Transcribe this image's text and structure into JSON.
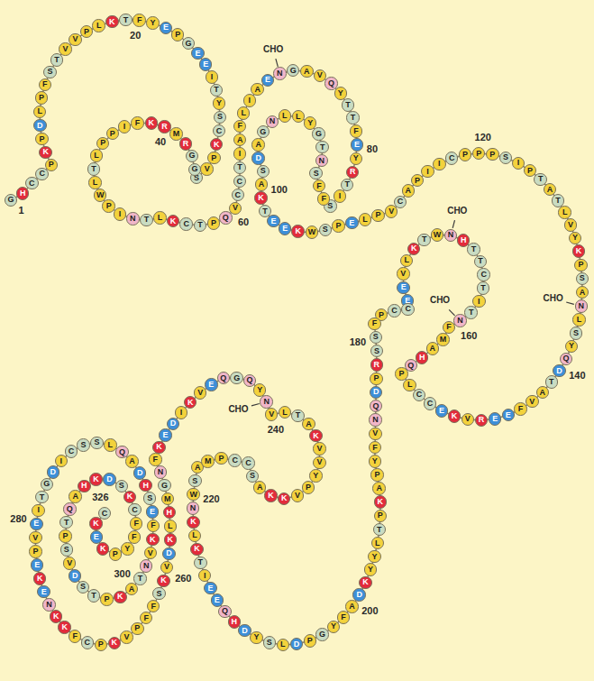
{
  "diagram": {
    "nodes": [
      {
        "text": [
          "G"
        ]
      },
      {
        "text": [
          "H"
        ]
      },
      {
        "text": [
          "C"
        ]
      },
      {
        "text": [
          "C"
        ]
      },
      {
        "text": [
          "P"
        ]
      },
      {
        "text": [
          "K"
        ]
      },
      {
        "text": [
          "P"
        ]
      },
      {
        "text": [
          "D"
        ]
      },
      {
        "text": [
          "L"
        ]
      },
      {
        "text": [
          "P"
        ]
      },
      {
        "text": [
          "F"
        ]
      },
      {
        "text": [
          "S"
        ]
      },
      {
        "text": [
          "T"
        ]
      },
      {
        "text": [
          "V"
        ]
      },
      {
        "text": [
          "V"
        ]
      },
      {
        "text": [
          "P"
        ]
      },
      {
        "text": [
          "L"
        ]
      },
      {
        "text": [
          "K"
        ]
      },
      {
        "text": [
          "T"
        ]
      },
      {
        "text": [
          "F"
        ]
      },
      {
        "text": [
          "Y"
        ]
      },
      {
        "text": [
          "E"
        ]
      },
      {
        "text": [
          "P"
        ]
      },
      {
        "text": [
          "G"
        ]
      },
      {
        "text": [
          "E"
        ]
      },
      {
        "text": [
          "E"
        ]
      },
      {
        "text": [
          "I"
        ]
      },
      {
        "text": [
          "T"
        ]
      },
      {
        "text": [
          "Y"
        ]
      },
      {
        "text": [
          "S"
        ]
      },
      {
        "text": [
          "C"
        ]
      },
      {
        "text": [
          "K"
        ]
      },
      {
        "text": [
          "P"
        ]
      },
      {
        "text": [
          "V"
        ]
      },
      {
        "text": [
          "S"
        ]
      },
      {
        "text": [
          "G"
        ]
      },
      {
        "text": [
          "G"
        ]
      },
      {
        "text": [
          "R"
        ]
      },
      {
        "text": [
          "M"
        ]
      },
      {
        "text": [
          "R"
        ]
      },
      {
        "text": [
          "K"
        ]
      },
      {
        "text": [
          "F"
        ]
      },
      {
        "text": [
          "I"
        ]
      },
      {
        "text": [
          "P"
        ]
      },
      {
        "text": [
          "P"
        ]
      },
      {
        "text": [
          "L"
        ]
      },
      {
        "text": [
          "T"
        ]
      },
      {
        "text": [
          "L"
        ]
      },
      {
        "text": [
          "W"
        ]
      },
      {
        "text": [
          "P"
        ]
      },
      {
        "text": [
          "I"
        ]
      },
      {
        "text": [
          "N"
        ]
      },
      {
        "text": [
          "T"
        ]
      },
      {
        "text": [
          "L"
        ]
      },
      {
        "text": [
          "K"
        ]
      },
      {
        "text": [
          "C"
        ]
      },
      {
        "text": [
          "T"
        ]
      },
      {
        "text": [
          "P"
        ]
      },
      {
        "text": [
          "Q"
        ]
      },
      {
        "text": [
          "V"
        ]
      },
      {
        "text": [
          "C"
        ]
      },
      {
        "text": [
          "C"
        ]
      },
      {
        "text": [
          "T"
        ]
      },
      {
        "text": [
          "I"
        ]
      },
      {
        "text": [
          "A"
        ]
      },
      {
        "text": [
          "F"
        ]
      },
      {
        "text": [
          "L"
        ]
      },
      {
        "text": [
          "I"
        ]
      },
      {
        "text": [
          "A"
        ]
      },
      {
        "text": [
          "E"
        ]
      },
      {
        "text": [
          "N"
        ]
      },
      {
        "text": [
          "G"
        ]
      },
      {
        "text": [
          "A"
        ]
      },
      {
        "text": [
          "V"
        ]
      },
      {
        "text": [
          "Q"
        ]
      },
      {
        "text": [
          "Y"
        ]
      },
      {
        "text": [
          "T"
        ]
      },
      {
        "text": [
          "T"
        ]
      },
      {
        "text": [
          "F"
        ]
      },
      {
        "text": [
          "E"
        ]
      },
      {
        "text": [
          "Y"
        ]
      },
      {
        "text": [
          "R"
        ]
      },
      {
        "text": [
          "T"
        ]
      },
      {
        "text": [
          "I"
        ]
      },
      {
        "text": [
          "S"
        ]
      },
      {
        "text": [
          "F"
        ]
      },
      {
        "text": [
          "F"
        ]
      },
      {
        "text": [
          "S"
        ]
      },
      {
        "text": [
          "N"
        ]
      },
      {
        "text": [
          "T"
        ]
      },
      {
        "text": [
          "G"
        ]
      },
      {
        "text": [
          "Y"
        ]
      },
      {
        "text": [
          "L"
        ]
      },
      {
        "text": [
          "L"
        ]
      },
      {
        "text": [
          "N"
        ]
      },
      {
        "text": [
          "G"
        ]
      },
      {
        "text": [
          "A"
        ]
      },
      {
        "text": [
          "D"
        ]
      },
      {
        "text": [
          "S"
        ]
      },
      {
        "text": [
          "A"
        ]
      },
      {
        "text": [
          "K"
        ]
      },
      {
        "text": [
          "T"
        ]
      },
      {
        "text": [
          "E"
        ]
      },
      {
        "text": [
          "E"
        ]
      },
      {
        "text": [
          "K"
        ]
      },
      {
        "text": [
          "W"
        ]
      },
      {
        "text": [
          "S"
        ]
      },
      {
        "text": [
          "P"
        ]
      },
      {
        "text": [
          "E"
        ]
      },
      {
        "text": [
          "L"
        ]
      },
      {
        "text": [
          "P"
        ]
      },
      {
        "text": [
          "V"
        ]
      },
      {
        "text": [
          "C"
        ]
      },
      {
        "text": [
          "A"
        ]
      },
      {
        "text": [
          "P"
        ]
      },
      {
        "text": [
          "I"
        ]
      },
      {
        "text": [
          "I"
        ]
      },
      {
        "text": [
          "C"
        ]
      },
      {
        "text": [
          "P"
        ]
      },
      {
        "text": [
          "P"
        ]
      },
      {
        "text": [
          "P"
        ]
      },
      {
        "text": [
          "S"
        ]
      },
      {
        "text": [
          "I"
        ]
      },
      {
        "text": [
          "P"
        ]
      },
      {
        "text": [
          "T"
        ]
      },
      {
        "text": [
          "A"
        ]
      },
      {
        "text": [
          "T"
        ]
      },
      {
        "text": [
          "L"
        ]
      },
      {
        "text": [
          "V"
        ]
      },
      {
        "text": [
          "Y"
        ]
      },
      {
        "text": [
          "K"
        ]
      },
      {
        "text": [
          "P"
        ]
      },
      {
        "text": [
          "S"
        ]
      },
      {
        "text": [
          "A"
        ]
      },
      {
        "text": [
          "N"
        ]
      },
      {
        "text": [
          "L"
        ]
      },
      {
        "text": [
          "S"
        ]
      },
      {
        "text": [
          "Y"
        ]
      },
      {
        "text": [
          "Q"
        ]
      },
      {
        "text": [
          "D"
        ]
      },
      {
        "text": [
          "T"
        ]
      },
      {
        "text": [
          "A"
        ]
      },
      {
        "text": [
          "V"
        ]
      },
      {
        "text": [
          "F"
        ]
      },
      {
        "text": [
          "E"
        ]
      },
      {
        "text": [
          "E"
        ]
      },
      {
        "text": [
          "R"
        ]
      },
      {
        "text": [
          "V"
        ]
      },
      {
        "text": [
          "K"
        ]
      },
      {
        "text": [
          "E"
        ]
      },
      {
        "text": [
          "C"
        ]
      },
      {
        "text": [
          "C"
        ]
      },
      {
        "text": [
          "L"
        ]
      },
      {
        "text": [
          "P"
        ]
      },
      {
        "text": [
          "Q"
        ]
      },
      {
        "text": [
          "H"
        ]
      },
      {
        "text": [
          "A"
        ]
      },
      {
        "text": [
          "M"
        ]
      },
      {
        "text": [
          "F"
        ]
      },
      {
        "text": [
          "N"
        ]
      },
      {
        "text": [
          "T"
        ]
      },
      {
        "text": [
          "I"
        ]
      },
      {
        "text": [
          "T"
        ]
      },
      {
        "text": [
          "C"
        ]
      },
      {
        "text": [
          "T"
        ]
      },
      {
        "text": [
          "T"
        ]
      },
      {
        "text": [
          "H"
        ]
      },
      {
        "text": [
          "N"
        ]
      },
      {
        "text": [
          "W"
        ]
      },
      {
        "text": [
          "T"
        ]
      },
      {
        "text": [
          "K"
        ]
      },
      {
        "text": [
          "L"
        ]
      },
      {
        "text": [
          "V"
        ]
      },
      {
        "text": [
          "E"
        ]
      },
      {
        "text": [
          "E"
        ]
      },
      {
        "text": [
          "C"
        ]
      },
      {
        "text": [
          "C"
        ]
      },
      {
        "text": [
          "P"
        ]
      },
      {
        "text": [
          "F"
        ]
      },
      {
        "text": [
          "S"
        ]
      },
      {
        "text": [
          "S"
        ]
      },
      {
        "text": [
          "R"
        ]
      },
      {
        "text": [
          "P"
        ]
      },
      {
        "text": [
          "D"
        ]
      },
      {
        "text": [
          "Q"
        ]
      },
      {
        "text": [
          "N"
        ]
      },
      {
        "text": [
          "V"
        ]
      },
      {
        "text": [
          "F"
        ]
      },
      {
        "text": [
          "Y"
        ]
      },
      {
        "text": [
          "P"
        ]
      },
      {
        "text": [
          "A"
        ]
      },
      {
        "text": [
          "K"
        ]
      },
      {
        "text": [
          "P"
        ]
      },
      {
        "text": [
          "T"
        ]
      },
      {
        "text": [
          "L"
        ]
      },
      {
        "text": [
          "Y"
        ]
      },
      {
        "text": [
          "Y"
        ]
      },
      {
        "text": [
          "K"
        ]
      },
      {
        "text": [
          "D"
        ]
      },
      {
        "text": [
          "A"
        ]
      },
      {
        "text": [
          "F"
        ]
      },
      {
        "text": [
          "Y"
        ]
      },
      {
        "text": [
          "G"
        ]
      },
      {
        "text": [
          "P"
        ]
      },
      {
        "text": [
          "D"
        ]
      },
      {
        "text": [
          "L"
        ]
      },
      {
        "text": [
          "S"
        ]
      },
      {
        "text": [
          "Y"
        ]
      },
      {
        "text": [
          "D"
        ]
      },
      {
        "text": [
          "H"
        ]
      },
      {
        "text": [
          "Q"
        ]
      },
      {
        "text": [
          "E"
        ]
      },
      {
        "text": [
          "E"
        ]
      },
      {
        "text": [
          "I"
        ]
      },
      {
        "text": [
          "T"
        ]
      },
      {
        "text": [
          "K"
        ]
      },
      {
        "text": [
          "L"
        ]
      },
      {
        "text": [
          "K"
        ]
      },
      {
        "text": [
          "N"
        ]
      },
      {
        "text": [
          "W"
        ]
      },
      {
        "text": [
          "S"
        ]
      },
      {
        "text": [
          "A"
        ]
      },
      {
        "text": [
          "M"
        ]
      },
      {
        "text": [
          "P"
        ]
      },
      {
        "text": [
          "C"
        ]
      },
      {
        "text": [
          "C"
        ]
      },
      {
        "text": [
          "S"
        ]
      },
      {
        "text": [
          "A"
        ]
      },
      {
        "text": [
          "K"
        ]
      },
      {
        "text": [
          "K"
        ]
      },
      {
        "text": [
          "V"
        ]
      },
      {
        "text": [
          "P"
        ]
      },
      {
        "text": [
          "Y"
        ]
      },
      {
        "text": [
          "V"
        ]
      },
      {
        "text": [
          "V"
        ]
      },
      {
        "text": [
          "K"
        ]
      },
      {
        "text": [
          "A"
        ]
      },
      {
        "text": [
          "T"
        ]
      },
      {
        "text": [
          "L"
        ]
      },
      {
        "text": [
          "V"
        ]
      },
      {
        "text": [
          "N"
        ]
      },
      {
        "text": [
          "Y"
        ]
      },
      {
        "text": [
          "Q"
        ]
      },
      {
        "text": [
          "G"
        ]
      },
      {
        "text": [
          "Q"
        ]
      },
      {
        "text": [
          "E"
        ]
      },
      {
        "text": [
          "V"
        ]
      },
      {
        "text": [
          "K"
        ]
      },
      {
        "text": [
          "I"
        ]
      },
      {
        "text": [
          "D"
        ]
      },
      {
        "text": [
          "E"
        ]
      },
      {
        "text": [
          "K"
        ]
      },
      {
        "text": [
          "F"
        ]
      },
      {
        "text": [
          "N"
        ]
      },
      {
        "text": [
          "G"
        ]
      },
      {
        "text": [
          "M"
        ]
      },
      {
        "text": [
          "H"
        ]
      },
      {
        "text": [
          "L"
        ]
      },
      {
        "text": [
          "K"
        ]
      },
      {
        "text": [
          "D"
        ]
      },
      {
        "text": [
          "V"
        ]
      },
      {
        "text": [
          "K"
        ]
      },
      {
        "text": [
          "S"
        ]
      },
      {
        "text": [
          "F"
        ]
      },
      {
        "text": [
          "F"
        ]
      },
      {
        "text": [
          "P"
        ]
      },
      {
        "text": [
          "V"
        ]
      },
      {
        "text": [
          "K"
        ]
      },
      {
        "text": [
          "P"
        ]
      },
      {
        "text": [
          "C"
        ]
      },
      {
        "text": [
          "F"
        ]
      },
      {
        "text": [
          "K"
        ]
      },
      {
        "text": [
          "K"
        ]
      },
      {
        "text": [
          "N"
        ]
      },
      {
        "text": [
          "E"
        ]
      },
      {
        "text": [
          "K"
        ]
      },
      {
        "text": [
          "E"
        ]
      },
      {
        "text": [
          "P"
        ]
      },
      {
        "text": [
          "V"
        ]
      },
      {
        "text": [
          "E"
        ]
      },
      {
        "text": [
          "I"
        ]
      },
      {
        "text": [
          "T"
        ]
      },
      {
        "text": [
          "G"
        ]
      },
      {
        "text": [
          "D"
        ]
      },
      {
        "text": [
          "I"
        ]
      },
      {
        "text": [
          "C"
        ]
      },
      {
        "text": [
          "S"
        ]
      },
      {
        "text": [
          "S"
        ]
      },
      {
        "text": [
          "L"
        ]
      },
      {
        "text": [
          "Q"
        ]
      },
      {
        "text": [
          "A"
        ]
      },
      {
        "text": [
          "D"
        ]
      },
      {
        "text": [
          "H"
        ]
      },
      {
        "text": [
          "S"
        ]
      },
      {
        "text": [
          "E"
        ]
      },
      {
        "text": [
          "F"
        ]
      },
      {
        "text": [
          "K"
        ]
      },
      {
        "text": [
          "V"
        ]
      },
      {
        "text": [
          "N"
        ]
      },
      {
        "text": [
          "T"
        ]
      },
      {
        "text": [
          "A"
        ]
      },
      {
        "text": [
          "K"
        ]
      },
      {
        "text": [
          "P"
        ]
      },
      {
        "text": [
          "T"
        ]
      },
      {
        "text": [
          "S"
        ]
      },
      {
        "text": [
          "D"
        ]
      },
      {
        "text": [
          "V"
        ]
      },
      {
        "text": [
          "S"
        ]
      },
      {
        "text": [
          "P"
        ]
      },
      {
        "text": [
          "T"
        ]
      },
      {
        "text": [
          "Q"
        ]
      },
      {
        "text": [
          "A"
        ]
      },
      {
        "text": [
          "H"
        ]
      },
      {
        "text": [
          "K"
        ]
      },
      {
        "text": [
          "D"
        ]
      },
      {
        "text": [
          "S"
        ]
      },
      {
        "text": [
          "K"
        ]
      },
      {
        "text": [
          "C"
        ]
      },
      {
        "text": [
          "F"
        ]
      },
      {
        "text": [
          "F"
        ]
      },
      {
        "text": [
          "Y"
        ]
      },
      {
        "text": [
          "P"
        ]
      },
      {
        "text": [
          "K"
        ]
      },
      {
        "text": [
          "E"
        ]
      },
      {
        "text": [
          "K"
        ]
      },
      {
        "text": [
          "C"
        ]
      }
    ],
    "labels": [
      "1",
      "20",
      "40",
      "60",
      "80",
      "100",
      "120",
      "140",
      "160",
      "180",
      "200",
      "220",
      "240",
      "260",
      "280",
      "300",
      "326",
      "CHO",
      "CHO",
      "CHO",
      "CHO",
      "CHO"
    ]
  }
}
